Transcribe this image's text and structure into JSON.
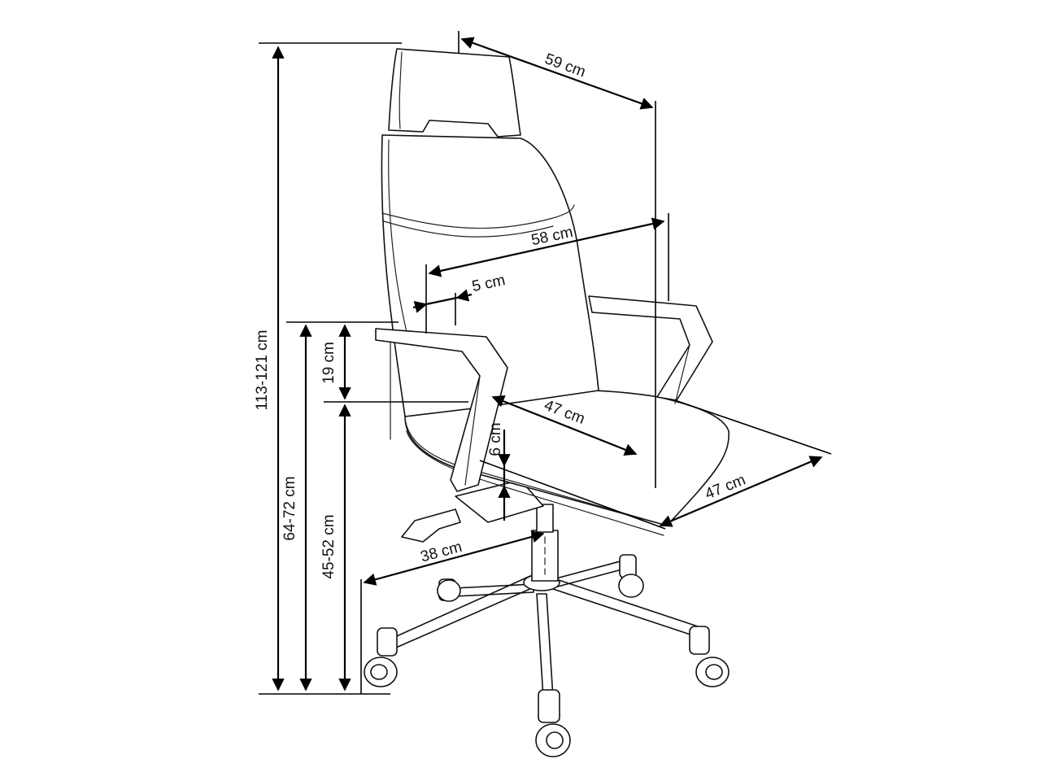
{
  "dimensions": {
    "total_height": "113-121 cm",
    "armrest_height": "64-72 cm",
    "seat_height": "45-52 cm",
    "armrest_above_seat": "19 cm",
    "seat_thickness": "6 cm",
    "backrest_offset": "5 cm",
    "backrest_width": "58 cm",
    "overall_depth": "59 cm",
    "seat_depth": "47 cm",
    "seat_width": "47 cm",
    "base_radius": "38 cm"
  },
  "colors": {
    "line": "#111111",
    "background": "#ffffff"
  }
}
